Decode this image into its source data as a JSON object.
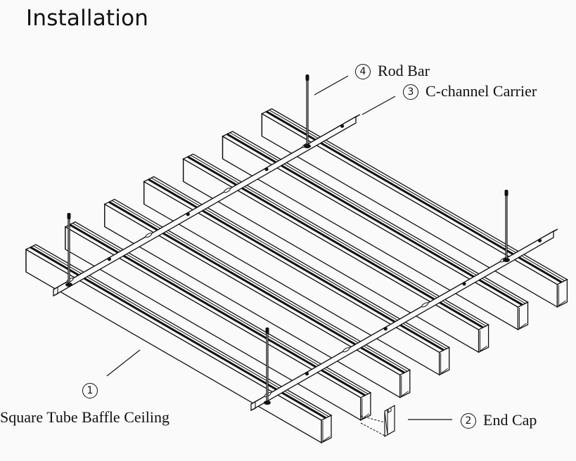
{
  "title": "Installation",
  "components": [
    {
      "number": "1",
      "label": "Square Tube Baffle Ceiling"
    },
    {
      "number": "2",
      "label": "End Cap"
    },
    {
      "number": "3",
      "label": "C-channel Carrier"
    },
    {
      "number": "4",
      "label": "Rod Bar"
    }
  ],
  "diagram": {
    "baffle_count": 7,
    "carrier_count": 2,
    "rod_count": 4,
    "end_cap_count": 1,
    "line_color": "#111111",
    "background_color": "#fafafa"
  }
}
